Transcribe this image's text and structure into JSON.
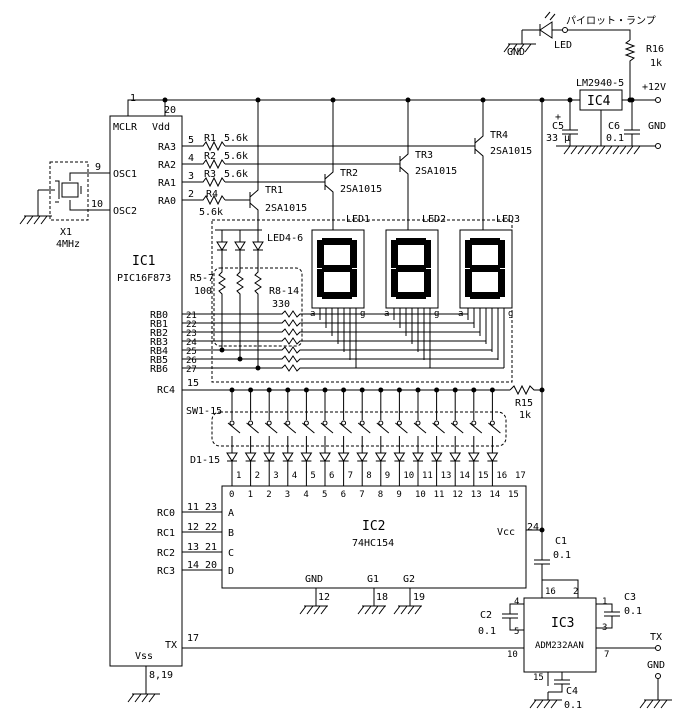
{
  "ic1": {
    "name": "IC1",
    "part": "PIC16F873",
    "pin_mclr": "MCLR",
    "pin_vdd": "Vdd",
    "pin_vss": "Vss",
    "pin_osc1": "OSC1",
    "pin_osc2": "OSC2",
    "pin_tx": "TX",
    "pins_ra": [
      {
        "name": "RA3",
        "num": "5"
      },
      {
        "name": "RA2",
        "num": "4"
      },
      {
        "name": "RA1",
        "num": "3"
      },
      {
        "name": "RA0",
        "num": "2"
      }
    ],
    "pins_rb": [
      {
        "name": "RB0",
        "num": "21"
      },
      {
        "name": "RB1",
        "num": "22"
      },
      {
        "name": "RB2",
        "num": "23"
      },
      {
        "name": "RB3",
        "num": "24"
      },
      {
        "name": "RB4",
        "num": "25"
      },
      {
        "name": "RB5",
        "num": "26"
      },
      {
        "name": "RB6",
        "num": "27"
      }
    ],
    "pins_rc": [
      {
        "name": "RC0",
        "num": "11"
      },
      {
        "name": "RC1",
        "num": "12"
      },
      {
        "name": "RC2",
        "num": "13"
      },
      {
        "name": "RC3",
        "num": "14"
      }
    ],
    "pin_rc4": {
      "name": "RC4",
      "num": "15"
    },
    "num_mclr": "1",
    "num_vdd": "20",
    "num_osc1": "9",
    "num_osc2": "10",
    "num_tx": "17",
    "num_vss": "8,19"
  },
  "ic2": {
    "name": "IC2",
    "part": "74HC154",
    "pin_vcc": "Vcc",
    "pin_gnd": "GND",
    "pin_g1": "G1",
    "pin_g2": "G2",
    "inputs": [
      {
        "name": "A",
        "num": "23"
      },
      {
        "name": "B",
        "num": "22"
      },
      {
        "name": "C",
        "num": "21"
      },
      {
        "name": "D",
        "num": "20"
      }
    ],
    "outputs": [
      "0",
      "1",
      "2",
      "3",
      "4",
      "5",
      "6",
      "7",
      "8",
      "9",
      "10",
      "11",
      "12",
      "13",
      "14",
      "15"
    ],
    "out_pins": [
      "1",
      "2",
      "3",
      "4",
      "5",
      "6",
      "7",
      "8",
      "9",
      "10",
      "11",
      "13",
      "14",
      "15",
      "16",
      "17"
    ],
    "num_vcc": "24",
    "num_gnd": "12",
    "num_g1": "18",
    "num_g2": "19"
  },
  "ic3": {
    "name": "IC3",
    "part": "ADM232AAN",
    "pins": {
      "p1": "1",
      "p2": "2",
      "p3": "3",
      "p4": "4",
      "p5": "5",
      "p7": "7",
      "p10": "10",
      "p15": "15",
      "p16": "16"
    },
    "tx_label": "TX",
    "gnd_label": "GND"
  },
  "ic4": {
    "name": "IC4",
    "part": "LM2940-5",
    "supply": "+12V",
    "gnd": "GND"
  },
  "pilot": {
    "label": "パイロット・ランプ",
    "led": "LED",
    "gnd": "GND",
    "r16": "R16",
    "r16_val": "1k"
  },
  "crystal": {
    "ref": "X1",
    "value": "4MHz"
  },
  "resistors": {
    "r1": "R1",
    "r2": "R2",
    "r3": "R3",
    "r4": "R4",
    "val_ra": "5.6k",
    "r57": "R5-7",
    "r57_val": "100",
    "r814": "R8-14",
    "r814_val": "330",
    "r15": "R15",
    "r15_val": "1k"
  },
  "transistors": [
    {
      "ref": "TR1",
      "part": "2SA1015"
    },
    {
      "ref": "TR2",
      "part": "2SA1015"
    },
    {
      "ref": "TR3",
      "part": "2SA1015"
    },
    {
      "ref": "TR4",
      "part": "2SA1015"
    }
  ],
  "leds": {
    "led1": "LED1",
    "led2": "LED2",
    "led3": "LED3",
    "led46": "LED4-6",
    "seg_a": "a",
    "seg_g": "g"
  },
  "caps": {
    "c1": "C1",
    "c1_val": "0.1",
    "c2": "C2",
    "c2_val": "0.1",
    "c3": "C3",
    "c3_val": "0.1",
    "c4": "C4",
    "c4_val": "0.1",
    "c5": "C5",
    "c5_val": "33 μ",
    "c6": "C6",
    "c6_val": "0.1",
    "c5_plus": "+"
  },
  "switches": {
    "ref": "SW1-15",
    "diodes": "D1-15"
  },
  "labels": {
    "gnd": "GND",
    "plus12": "+12V"
  }
}
